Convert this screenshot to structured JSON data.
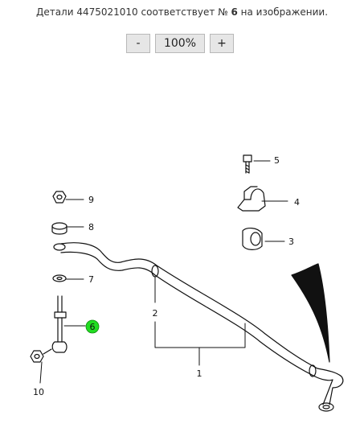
{
  "caption": {
    "prefix": "Детали 4475021010 соответствует №",
    "number": "6",
    "suffix": "на изображении."
  },
  "zoom": {
    "minus_label": "-",
    "level_label": "100%",
    "plus_label": "+"
  },
  "callouts": {
    "c1": "1",
    "c2": "2",
    "c3": "3",
    "c4": "4",
    "c5": "5",
    "c6": "6",
    "c7": "7",
    "c8": "8",
    "c9": "9",
    "c10": "10"
  },
  "highlight_color": "#22dd22"
}
